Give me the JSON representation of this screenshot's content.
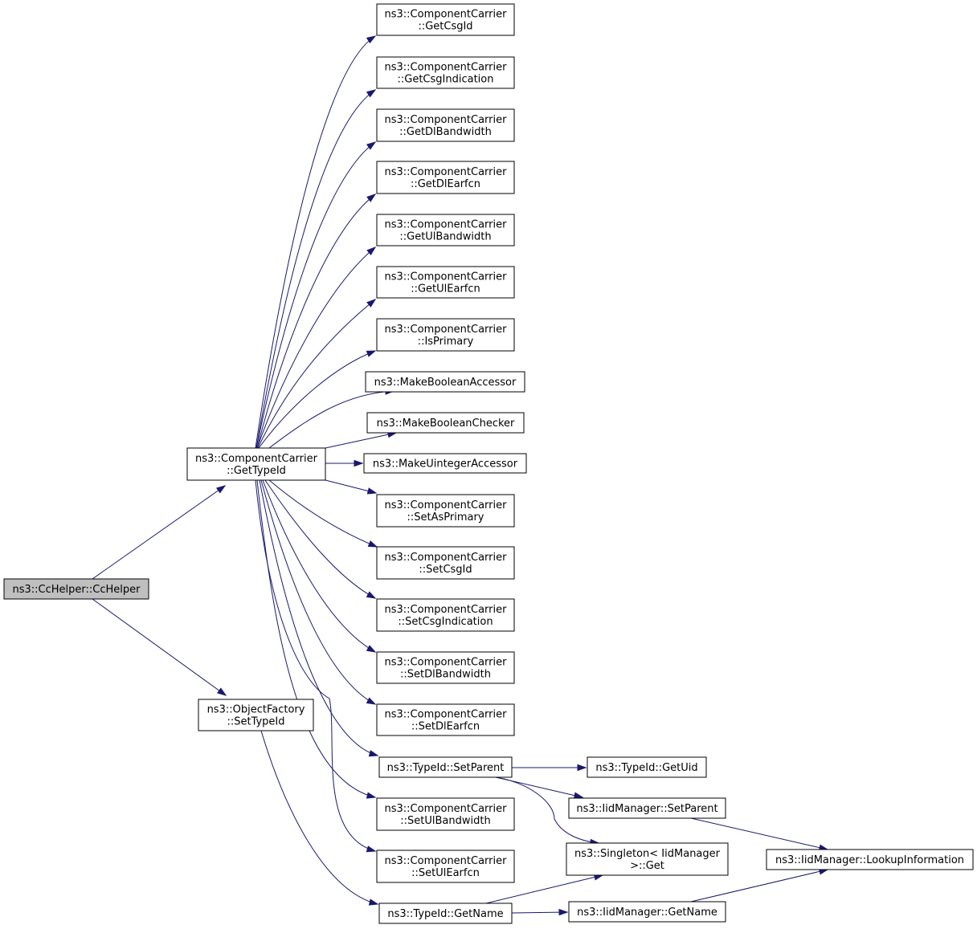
{
  "diagram": {
    "colors": {
      "edge": "#191970",
      "node_border": "#000000",
      "node_fill": "#ffffff",
      "root_fill": "#bfbfbf"
    },
    "nodes": [
      {
        "id": "cchelper",
        "lines": [
          "ns3::CcHelper::CcHelper"
        ],
        "root": true
      },
      {
        "id": "cc_gettypeid",
        "lines": [
          "ns3::ComponentCarrier",
          "::GetTypeId"
        ]
      },
      {
        "id": "of_settypeid",
        "lines": [
          "ns3::ObjectFactory",
          "::SetTypeId"
        ]
      },
      {
        "id": "getcsgid",
        "lines": [
          "ns3::ComponentCarrier",
          "::GetCsgId"
        ]
      },
      {
        "id": "getcsgindication",
        "lines": [
          "ns3::ComponentCarrier",
          "::GetCsgIndication"
        ]
      },
      {
        "id": "getdlbandwidth",
        "lines": [
          "ns3::ComponentCarrier",
          "::GetDlBandwidth"
        ]
      },
      {
        "id": "getdlearfcn",
        "lines": [
          "ns3::ComponentCarrier",
          "::GetDlEarfcn"
        ]
      },
      {
        "id": "getulbandwidth",
        "lines": [
          "ns3::ComponentCarrier",
          "::GetUlBandwidth"
        ]
      },
      {
        "id": "getulearfcn",
        "lines": [
          "ns3::ComponentCarrier",
          "::GetUlEarfcn"
        ]
      },
      {
        "id": "isprimary",
        "lines": [
          "ns3::ComponentCarrier",
          "::IsPrimary"
        ]
      },
      {
        "id": "makeboolaccessor",
        "lines": [
          "ns3::MakeBooleanAccessor"
        ]
      },
      {
        "id": "makeboolchecker",
        "lines": [
          "ns3::MakeBooleanChecker"
        ]
      },
      {
        "id": "makeuintaccessor",
        "lines": [
          "ns3::MakeUintegerAccessor"
        ]
      },
      {
        "id": "setasprimary",
        "lines": [
          "ns3::ComponentCarrier",
          "::SetAsPrimary"
        ]
      },
      {
        "id": "setcsgid",
        "lines": [
          "ns3::ComponentCarrier",
          "::SetCsgId"
        ]
      },
      {
        "id": "setcsgindication",
        "lines": [
          "ns3::ComponentCarrier",
          "::SetCsgIndication"
        ]
      },
      {
        "id": "setdlbandwidth",
        "lines": [
          "ns3::ComponentCarrier",
          "::SetDlBandwidth"
        ]
      },
      {
        "id": "setdlearfcn",
        "lines": [
          "ns3::ComponentCarrier",
          "::SetDlEarfcn"
        ]
      },
      {
        "id": "typeid_setparent",
        "lines": [
          "ns3::TypeId::SetParent"
        ]
      },
      {
        "id": "setulbandwidth",
        "lines": [
          "ns3::ComponentCarrier",
          "::SetUlBandwidth"
        ]
      },
      {
        "id": "setulearfcn",
        "lines": [
          "ns3::ComponentCarrier",
          "::SetUlEarfcn"
        ]
      },
      {
        "id": "typeid_getname",
        "lines": [
          "ns3::TypeId::GetName"
        ]
      },
      {
        "id": "typeid_getuid",
        "lines": [
          "ns3::TypeId::GetUid"
        ]
      },
      {
        "id": "iid_setparent",
        "lines": [
          "ns3::IidManager::SetParent"
        ]
      },
      {
        "id": "singleton_get",
        "lines": [
          "ns3::Singleton< IidManager",
          ">::Get"
        ]
      },
      {
        "id": "iid_getname",
        "lines": [
          "ns3::IidManager::GetName"
        ]
      },
      {
        "id": "iid_lookup",
        "lines": [
          "ns3::IidManager::LookupInformation"
        ]
      }
    ],
    "edges": [
      {
        "from": "cchelper",
        "to": "cc_gettypeid"
      },
      {
        "from": "cchelper",
        "to": "of_settypeid"
      },
      {
        "from": "cc_gettypeid",
        "to": "getcsgid"
      },
      {
        "from": "cc_gettypeid",
        "to": "getcsgindication"
      },
      {
        "from": "cc_gettypeid",
        "to": "getdlbandwidth"
      },
      {
        "from": "cc_gettypeid",
        "to": "getdlearfcn"
      },
      {
        "from": "cc_gettypeid",
        "to": "getulbandwidth"
      },
      {
        "from": "cc_gettypeid",
        "to": "getulearfcn"
      },
      {
        "from": "cc_gettypeid",
        "to": "isprimary"
      },
      {
        "from": "cc_gettypeid",
        "to": "makeboolaccessor"
      },
      {
        "from": "cc_gettypeid",
        "to": "makeboolchecker"
      },
      {
        "from": "cc_gettypeid",
        "to": "makeuintaccessor"
      },
      {
        "from": "cc_gettypeid",
        "to": "setasprimary"
      },
      {
        "from": "cc_gettypeid",
        "to": "setcsgid"
      },
      {
        "from": "cc_gettypeid",
        "to": "setcsgindication"
      },
      {
        "from": "cc_gettypeid",
        "to": "setdlbandwidth"
      },
      {
        "from": "cc_gettypeid",
        "to": "setdlearfcn"
      },
      {
        "from": "cc_gettypeid",
        "to": "typeid_setparent"
      },
      {
        "from": "cc_gettypeid",
        "to": "setulbandwidth"
      },
      {
        "from": "cc_gettypeid",
        "to": "setulearfcn"
      },
      {
        "from": "of_settypeid",
        "to": "typeid_getname"
      },
      {
        "from": "typeid_setparent",
        "to": "typeid_getuid"
      },
      {
        "from": "typeid_setparent",
        "to": "iid_setparent"
      },
      {
        "from": "typeid_setparent",
        "to": "singleton_get"
      },
      {
        "from": "typeid_getname",
        "to": "singleton_get"
      },
      {
        "from": "typeid_getname",
        "to": "iid_getname"
      },
      {
        "from": "iid_setparent",
        "to": "iid_lookup"
      },
      {
        "from": "iid_getname",
        "to": "iid_lookup"
      }
    ]
  }
}
